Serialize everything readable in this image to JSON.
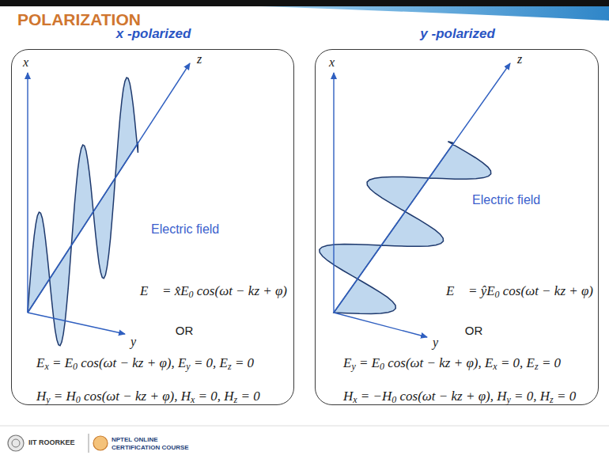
{
  "diagram": {
    "title": "POLARIZATION",
    "nodes": [
      {
        "text": [
          "x -polarized",
          "Electric field",
          "E⃗ = x̂E0 cos(ωt − kz + φ)",
          "OR",
          "Ex = E0 cos(ωt − kz + φ), Ey = 0, Ez = 0",
          "Hy = H0 cos(ωt − kz + φ), Hx = 0, Hz = 0"
        ]
      },
      {
        "text": [
          "y -polarized",
          "Electric field",
          "E⃗ = ŷE0 cos(ωt − kz + φ)",
          "OR",
          "Ey = E0 cos(ωt − kz + φ), Ex = 0, Ez = 0",
          "Hx = −H0 cos(ωt − kz + φ), Hy = 0, Hz = 0"
        ]
      }
    ],
    "labels": [
      "x",
      "z",
      "y",
      "x",
      "z",
      "y",
      "IIT ROORKEE",
      "NPTEL ONLINE CERTIFICATION COURSE"
    ]
  }
}
